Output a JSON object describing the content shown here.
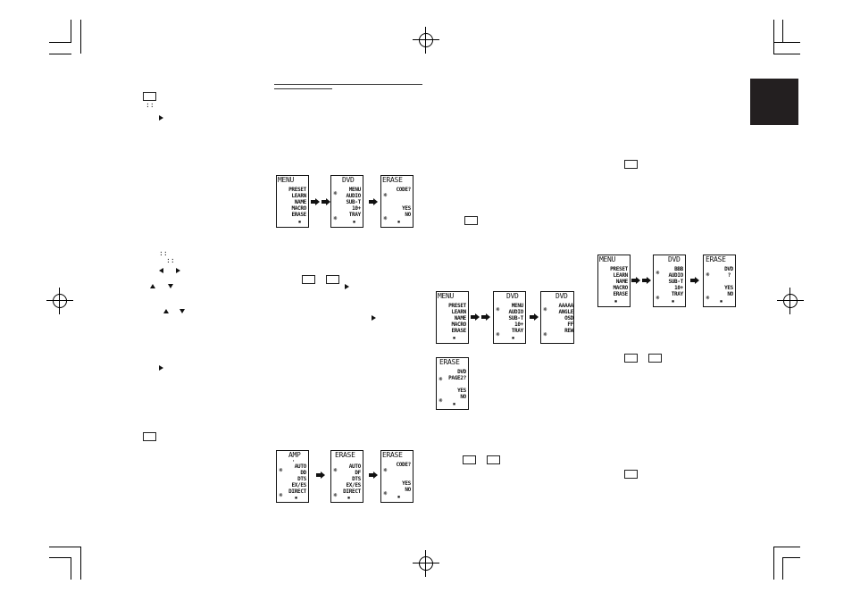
{
  "keys": {
    "small_key": "",
    "dots": "::"
  },
  "fig1": [
    {
      "title": "MENU",
      "lines": [
        "PRESET",
        "LEARN",
        "NAME",
        "MACRO",
        "ERASE",
        "▪"
      ]
    },
    {
      "title": "DVD",
      "lines": [
        "MENU",
        "AUDIO",
        "SUB-T",
        "10+",
        "TRAY",
        "▪"
      ]
    },
    {
      "title": "ERASE",
      "lines": [
        "CODE?",
        "",
        "",
        "YES",
        "NO",
        "▪"
      ]
    }
  ],
  "fig2": [
    {
      "title": "AMP",
      "lines": [
        "·",
        "AUTO",
        "DD",
        "DTS",
        "EX/ES",
        "DIRECT",
        "▪"
      ]
    },
    {
      "title": "ERASE",
      "lines": [
        "AUTO",
        "DF",
        "DTS",
        "EX/ES",
        "DIRECT",
        "▪"
      ]
    },
    {
      "title": "ERASE",
      "lines": [
        "CODE?",
        "",
        "",
        "YES",
        "NO",
        "▪"
      ]
    }
  ],
  "fig3": [
    {
      "title": "MENU",
      "lines": [
        "PRESET",
        "LEARN",
        "NAME",
        "MACRO",
        "ERASE",
        "▪"
      ]
    },
    {
      "title": "DVD",
      "lines": [
        "MENU",
        "AUDIO",
        "SUB-T",
        "10+",
        "TRAY",
        "▪"
      ]
    },
    {
      "title": "DVD",
      "lines": [
        "AAAAA",
        "ANGLE",
        "OSD",
        "FF",
        "REW",
        ""
      ]
    }
  ],
  "fig3b": {
    "title": "ERASE",
    "lines": [
      "DVD",
      "PAGE2?",
      "",
      "YES",
      "NO",
      "▪"
    ]
  },
  "fig4": [
    {
      "title": "MENU",
      "lines": [
        "PRESET",
        "LEARN",
        "NAME",
        "MACRO",
        "ERASE",
        "▪"
      ]
    },
    {
      "title": "DVD",
      "lines": [
        "BBB",
        "AUDIO",
        "SUB-T",
        "10+",
        "TRAY",
        "▪"
      ]
    },
    {
      "title": "ERASE",
      "lines": [
        "DVD",
        "?",
        "",
        "YES",
        "NO",
        "▪"
      ]
    }
  ]
}
